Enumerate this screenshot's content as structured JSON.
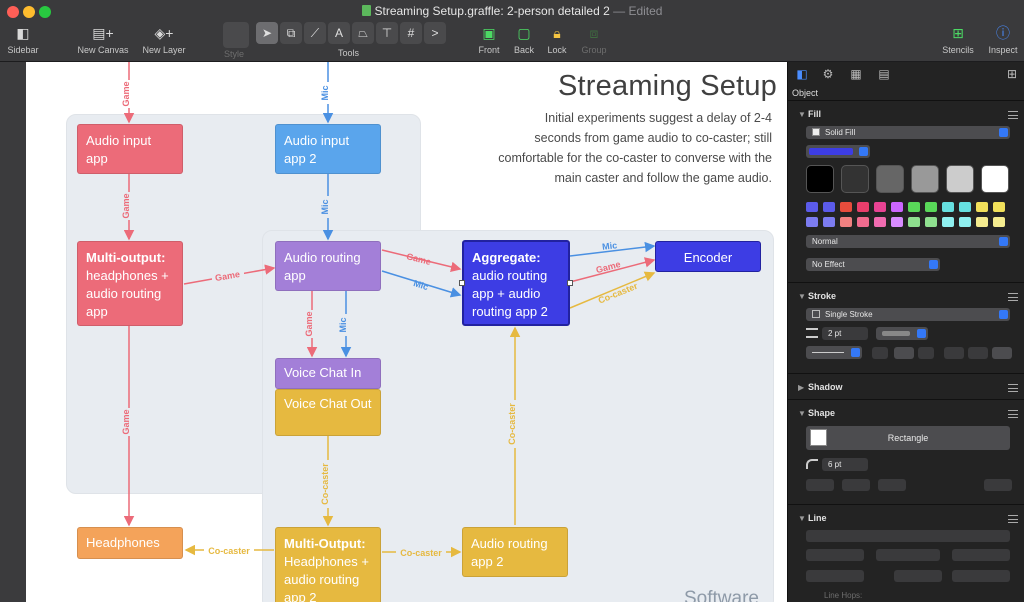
{
  "window": {
    "title": "Streaming Setup.graffle: 2-person detailed 2",
    "separator": "—",
    "status": "Edited"
  },
  "toolbar": {
    "sidebar": "Sidebar",
    "new_canvas": "New Canvas",
    "new_layer": "New Layer",
    "style": "Style",
    "tools": "Tools",
    "front": "Front",
    "back": "Back",
    "lock": "Lock",
    "group": "Group",
    "stencils": "Stencils",
    "inspect": "Inspect",
    "tool_glyphs": [
      "➤",
      "⧉",
      "⟋",
      "A",
      "⏢",
      "⊤",
      "#",
      ">"
    ]
  },
  "canvas": {
    "title": "Streaming Setup",
    "description": "Initial experiments suggest a delay of 2-4 seconds from game audio to co-caster; still comfortable for the co-caster to converse with the main caster and follow the game audio.",
    "software_label": "Software",
    "nodes": {
      "audio_input": "Audio input app",
      "audio_input_2": "Audio input app 2",
      "multi_output_title": "Multi-output:",
      "multi_output_body": "headphones + audio routing app",
      "audio_routing": "Audio routing app",
      "aggregate_title": "Aggregate:",
      "aggregate_body": "audio routing app + audio routing app 2",
      "encoder": "Encoder",
      "voice_chat_in": "Voice Chat In",
      "voice_chat_out": "Voice Chat Out",
      "headphones": "Headphones",
      "multi_output2_title": "Multi-Output:",
      "multi_output2_body": "Headphones + audio routing app 2",
      "audio_routing_2": "Audio routing app 2"
    },
    "edge_labels": {
      "game": "Game",
      "mic": "Mic",
      "co_caster": "Co-caster"
    },
    "colors": {
      "game": "#ec6b79",
      "mic": "#4a90e2",
      "co_caster": "#e6b940"
    }
  },
  "inspector": {
    "section_title": "Object",
    "fill": {
      "label": "Fill",
      "type": "Solid Fill",
      "blend": "Normal",
      "effect": "No Effect",
      "color": "#3d3de4"
    },
    "stroke": {
      "label": "Stroke",
      "type": "Single Stroke",
      "width": "2 pt"
    },
    "shadow": {
      "label": "Shadow"
    },
    "shape": {
      "label": "Shape",
      "type": "Rectangle",
      "radius": "6 pt"
    },
    "line": {
      "label": "Line",
      "line_hops": "Line Hops:"
    },
    "gray_swatches": [
      "#000000",
      "#333333",
      "#666666",
      "#999999",
      "#cccccc",
      "#ffffff"
    ],
    "color_swatches_row1": [
      "#5b5bea",
      "#5b5bea",
      "#e74c3c",
      "#e83e6b",
      "#e84393",
      "#cc66ff",
      "#59d859",
      "#59d859",
      "#66e0e0",
      "#66e0e0",
      "#f1e05a",
      "#f1e05a"
    ],
    "color_swatches_row2": [
      "#7c7cf0",
      "#7c7cf0",
      "#f08080",
      "#f06b8e",
      "#f06bb0",
      "#d88cff",
      "#8fe08f",
      "#8fe08f",
      "#8ff0f0",
      "#8ff0f0",
      "#f5ec8f",
      "#f5ec8f"
    ]
  }
}
